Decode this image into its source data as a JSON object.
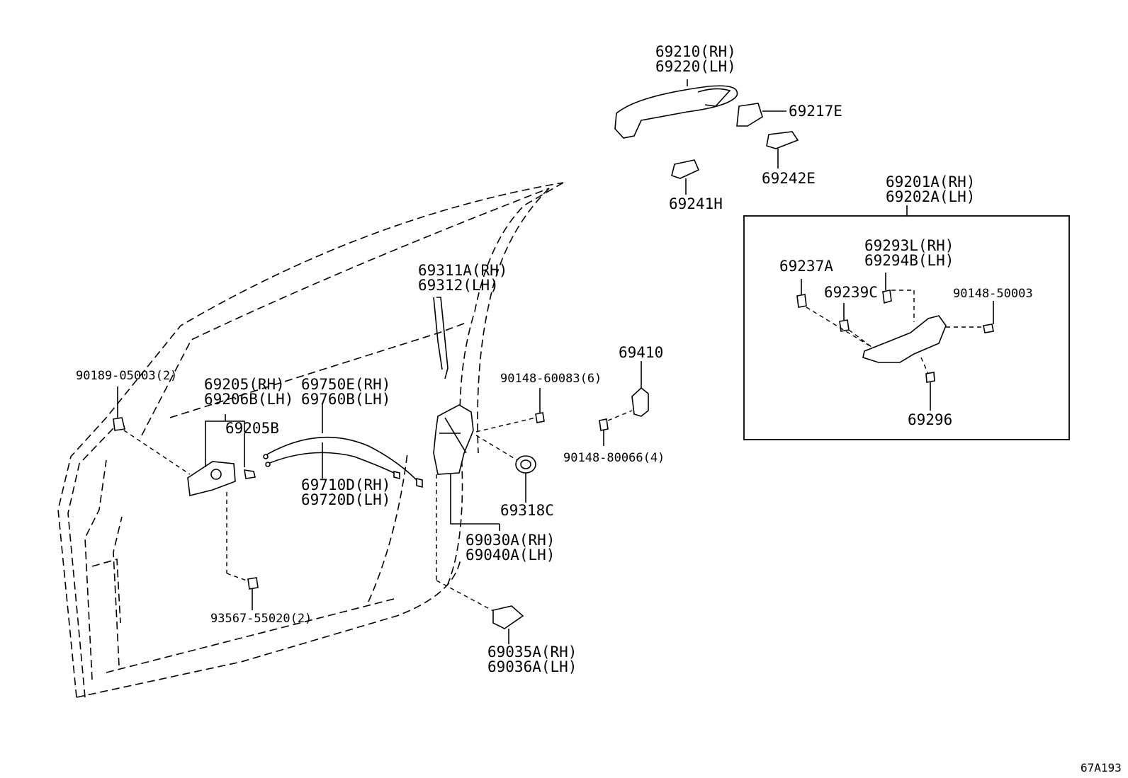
{
  "diagram_id": "67A193",
  "callouts": {
    "p69210": "69210(RH)",
    "p69220": "69220(LH)",
    "p69217E": "69217E",
    "p69242E": "69242E",
    "p69241H": "69241H",
    "p69201A": "69201A(RH)",
    "p69202A": "69202A(LH)",
    "p69293L": "69293L(RH)",
    "p69294B": "69294B(LH)",
    "p69237A": "69237A",
    "p69239C": "69239C",
    "p90148_50003": "90148-50003",
    "p69296": "69296",
    "p69311A": "69311A(RH)",
    "p69312": "69312(LH)",
    "p69410": "69410",
    "p90148_60083": "90148-60083(6)",
    "p90148_80066": "90148-80066(4)",
    "p90189_05003": "90189-05003(2)",
    "p69205": "69205(RH)",
    "p69206B": "69206B(LH)",
    "p69205B": "69205B",
    "p69750E": "69750E(RH)",
    "p69760B": "69760B(LH)",
    "p69710D": "69710D(RH)",
    "p69720D": "69720D(LH)",
    "p69318C": "69318C",
    "p69030A": "69030A(RH)",
    "p69040A": "69040A(LH)",
    "p93567_55020": "93567-55020(2)",
    "p69035A": "69035A(RH)",
    "p69036A": "69036A(LH)"
  }
}
